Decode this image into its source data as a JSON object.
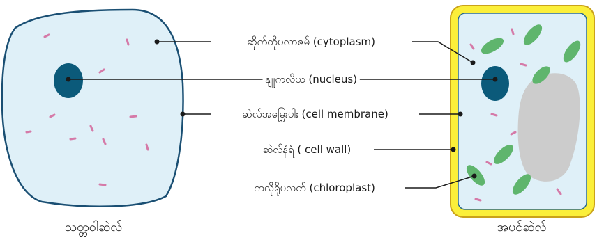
{
  "labels": {
    "cytoplasm": "ဆိုက်တိုပလာဇမ် (cytoplasm)",
    "nucleus": "နျူကလိယ (nucleus)",
    "cell_membrane": "ဆဲလ်အမြှေးပါး (cell membrane)",
    "cell_wall": "ဆဲလ်နံရံ ( cell wall)",
    "chloroplast": "ကလိုရိုပလတ် (chloroplast)"
  },
  "captions": {
    "animal_cell": "သတ္တဝါဆဲလ်",
    "plant_cell": "အပင်ဆဲလ်"
  },
  "colors": {
    "cytoplasm_fill": "#dff0f8",
    "membrane": "#1a4f73",
    "nucleus": "#0b5a7a",
    "cell_wall_fill": "#fbef3a",
    "cell_wall_border": "#caa21a",
    "chloroplast": "#5fb56d",
    "vacuole": "#cccccc",
    "organelle_dots": "#d57aa8",
    "leader_line": "#1a1a1a"
  }
}
